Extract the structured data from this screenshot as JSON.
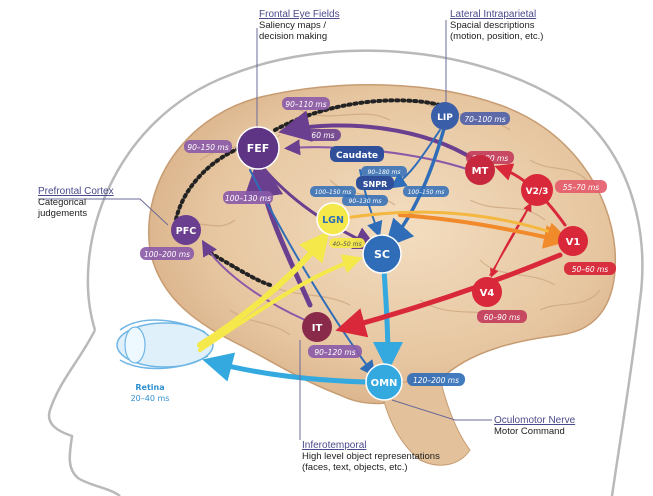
{
  "annotations": {
    "fef": {
      "title": "Frontal Eye Fields",
      "line1": "Saliency maps /",
      "line2": "decision making"
    },
    "lip": {
      "title": "Lateral Intraparietal",
      "line1": "Spacial descriptions",
      "line2": "(motion, position, etc.)"
    },
    "pfc": {
      "title": "Prefrontal Cortex",
      "line1": "Categorical",
      "line2": "judgements"
    },
    "it": {
      "title": "Inferotemporal",
      "line1": "High level object representations",
      "line2": "(faces, text, objects, etc.)"
    },
    "omn": {
      "title": "Oculomotor Nerve",
      "line1": "Motor Command"
    }
  },
  "nodes": {
    "fef": "FEF",
    "lip": "LIP",
    "mt": "MT",
    "v23": "V2/3",
    "v1": "V1",
    "v4": "V4",
    "pfc": "PFC",
    "lgn": "LGN",
    "sc": "SC",
    "it": "IT",
    "omn": "OMN",
    "caudate": "Caudate",
    "snpr": "SNPR"
  },
  "timings": {
    "fef_top": "90–110 ms",
    "fef_60": "60 ms",
    "fef_left": "90–150 ms",
    "fef_below": "100–130 ms",
    "pfc": "100–200 ms",
    "lip": "70–100 ms",
    "mt": "60–80 ms",
    "v23": "55–70 ms",
    "v1": "50–60 ms",
    "v4": "60–90 ms",
    "it": "90–120 ms",
    "omn": "120–200 ms",
    "caud_left": "100–150 ms",
    "caud_right": "90–180 ms",
    "snpr_left": "90–130 ms",
    "snpr_right": "100–150 ms",
    "lgn": "40–50 ms"
  },
  "retina": {
    "label": "Retina",
    "timing": "20–40 ms"
  },
  "colors": {
    "purple": "#6b3f8f",
    "blue": "#2f6db8",
    "red": "#d8283a",
    "yellow": "#f4e84a",
    "cyan": "#33a9e0",
    "brain": "#e9cfae"
  }
}
